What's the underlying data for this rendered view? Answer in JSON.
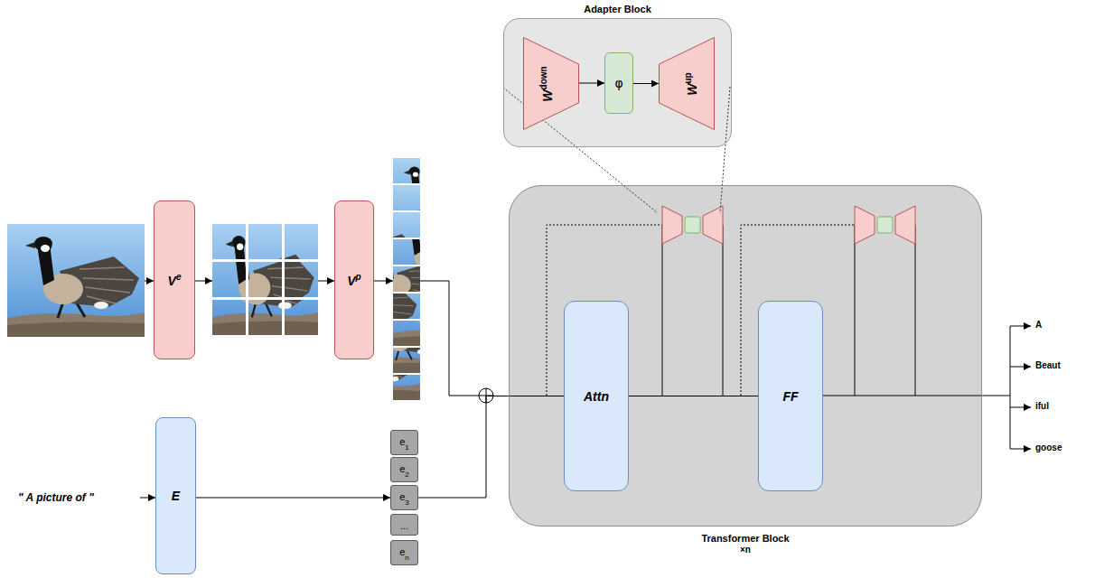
{
  "diagram": {
    "nodes": [
      {
        "text": [
          "Adapter Block"
        ]
      },
      {
        "text": [
          "W",
          "down"
        ],
        "in": 0
      },
      {
        "text": [
          "φ"
        ],
        "in": 0
      },
      {
        "text": [
          "W",
          "up"
        ],
        "in": 0
      },
      {
        "text": [
          "V",
          "e"
        ]
      },
      {
        "text": [
          "V",
          "p"
        ]
      },
      {
        "text": [
          "E"
        ]
      },
      {
        "text": [
          "e",
          "1"
        ]
      },
      {
        "text": [
          "e",
          "2"
        ]
      },
      {
        "text": [
          "e",
          "3"
        ]
      },
      {
        "text": [
          "..."
        ]
      },
      {
        "text": [
          "e",
          "n"
        ]
      },
      {
        "text": [
          "Transformer Block",
          "×n"
        ]
      },
      {
        "text": [
          "Attn"
        ],
        "in": 12
      },
      {
        "text": [
          "FF"
        ],
        "in": 12
      }
    ],
    "edges": [
      {
        "from": 1,
        "to": 2,
        "arrow": "to"
      },
      {
        "from": 2,
        "to": 3,
        "arrow": "to"
      },
      {
        "from": 6,
        "to": 9,
        "arrow": "to"
      },
      {
        "from": 9,
        "to": 13,
        "arrow": "none"
      },
      {
        "from": 13,
        "to": 14,
        "arrow": "none"
      }
    ],
    "labels": [
      "\" A picture of \"",
      "A",
      "Beaut",
      "iful",
      "goose"
    ]
  }
}
